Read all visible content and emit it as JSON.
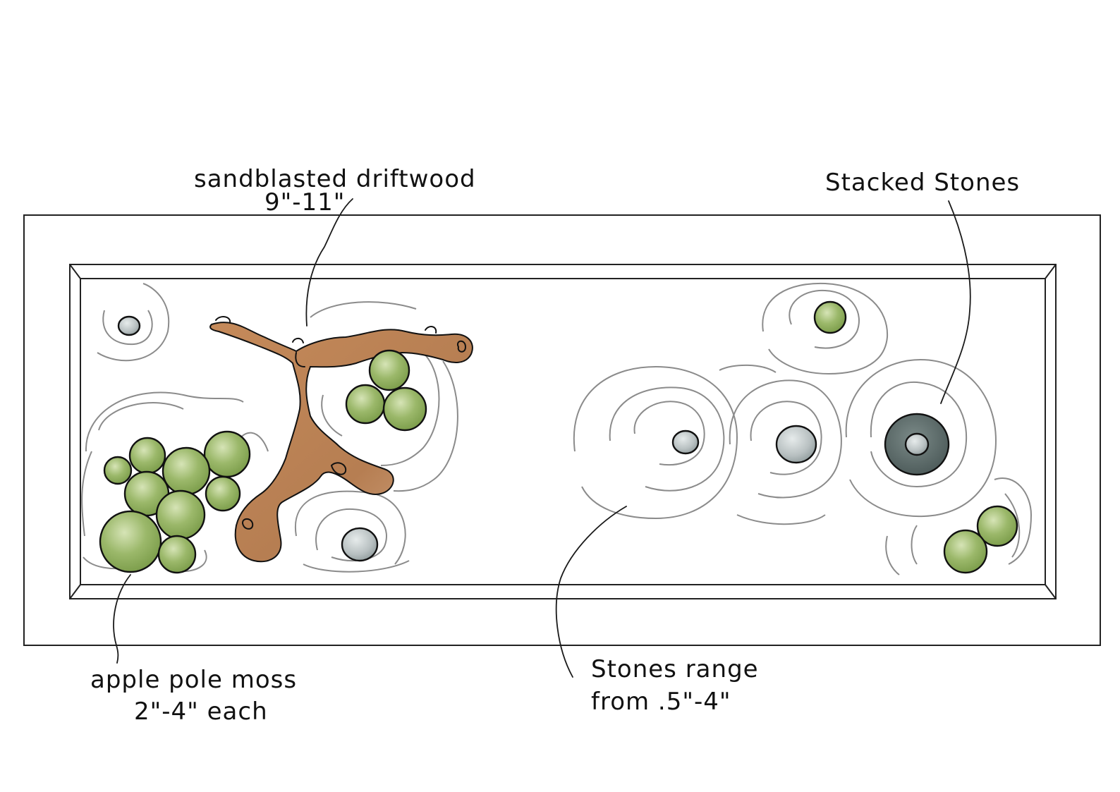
{
  "labels": {
    "driftwood_line1": "sandblasted driftwood",
    "driftwood_line2": "9\"-11\"",
    "stacked_stones": "Stacked Stones",
    "moss_line1": "apple pole moss",
    "moss_line2": "2\"-4\" each",
    "stones_line1": "Stones range",
    "stones_line2": "from .5\"-4\""
  },
  "colors": {
    "moss": "#8fae5c",
    "moss_light": "#b9d08a",
    "wood": "#b07a4f",
    "wood_light": "#d2a27b",
    "stone_light": "#a9b3b4",
    "stone_dark": "#5d6a69",
    "ripple": "#8b8b8b",
    "line": "#111111"
  }
}
